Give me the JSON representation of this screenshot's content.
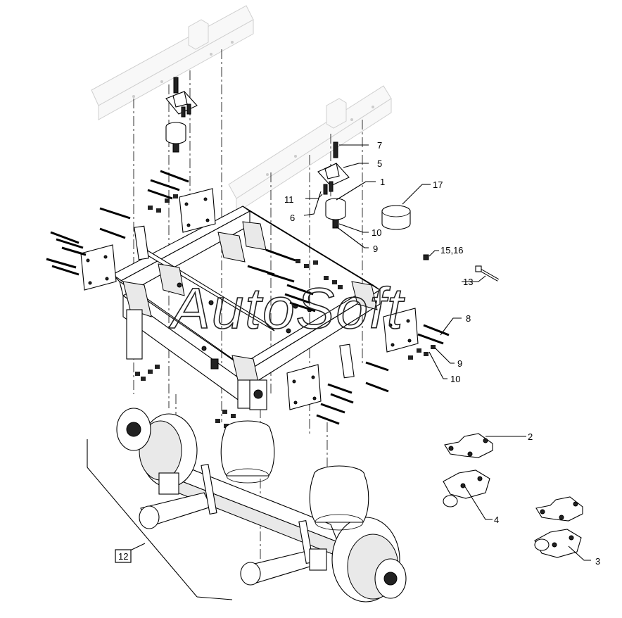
{
  "watermark": "AutoSoft",
  "callouts": [
    {
      "id": "c7",
      "text": "7"
    },
    {
      "id": "c5",
      "text": "5"
    },
    {
      "id": "c1",
      "text": "1"
    },
    {
      "id": "c17",
      "text": "17"
    },
    {
      "id": "c11",
      "text": "11"
    },
    {
      "id": "c6",
      "text": "6"
    },
    {
      "id": "c10a",
      "text": "10"
    },
    {
      "id": "c9a",
      "text": "9"
    },
    {
      "id": "c1516",
      "text": "15,16"
    },
    {
      "id": "c13",
      "text": "13"
    },
    {
      "id": "c8",
      "text": "8"
    },
    {
      "id": "c9b",
      "text": "9"
    },
    {
      "id": "c10b",
      "text": "10"
    },
    {
      "id": "c2",
      "text": "2"
    },
    {
      "id": "c4",
      "text": "4"
    },
    {
      "id": "c3",
      "text": "3"
    }
  ],
  "boxed_reference": "12"
}
